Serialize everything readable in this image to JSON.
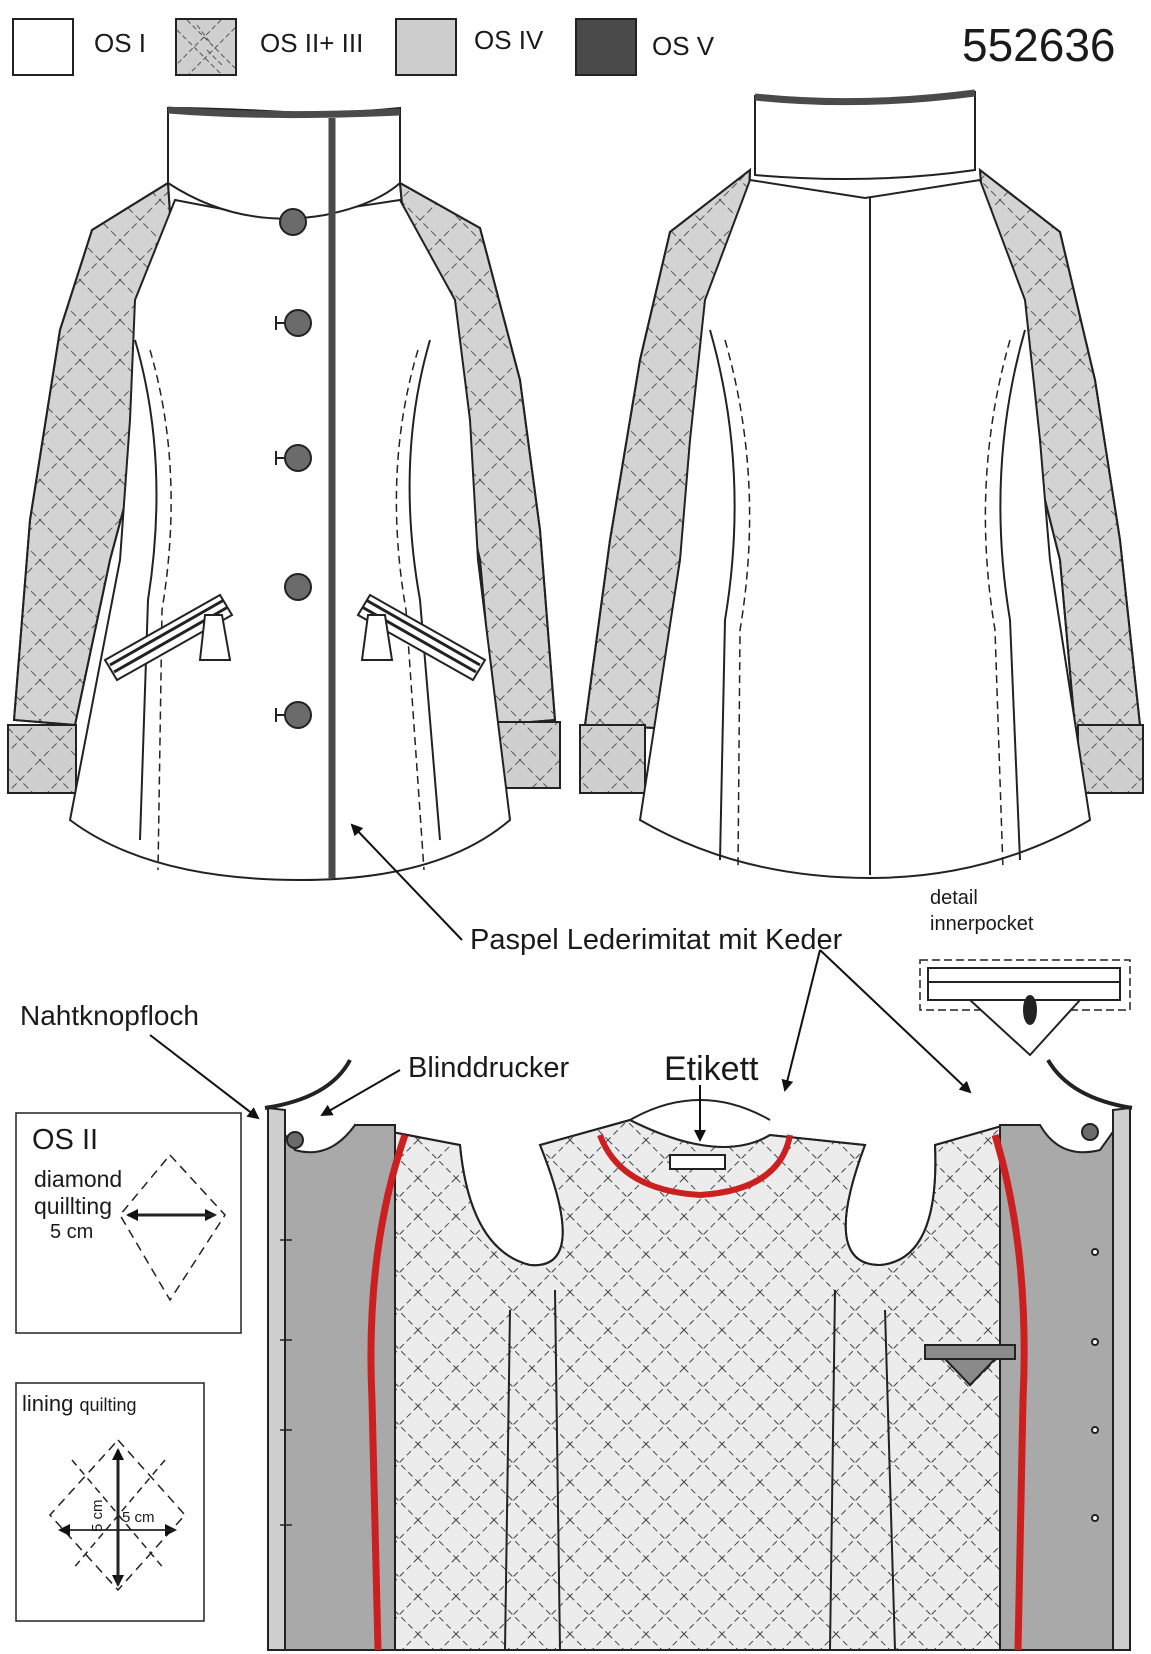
{
  "style_number": "552636",
  "legend": [
    {
      "label": "OS I",
      "color": "#ffffff",
      "pattern": "plain"
    },
    {
      "label": "OS II+ III",
      "color": "#cfcfcf",
      "pattern": "quilted"
    },
    {
      "label": "OS IV",
      "color": "#cdcdcd",
      "pattern": "plain"
    },
    {
      "label": "OS V",
      "color": "#4a4a4a",
      "pattern": "plain"
    }
  ],
  "callouts": {
    "paspel": "Paspel Lederimitat mit Keder",
    "nahtknopfloch": "Nahtknopfloch",
    "blinddrucker": "Blinddrucker",
    "etikett": "Etikett"
  },
  "detail_pocket": {
    "line1": "detail",
    "line2": "innerpocket"
  },
  "quilting_box_1": {
    "title": "OS II",
    "line1": "diamond",
    "line2": "quillting",
    "size": "5 cm"
  },
  "quilting_box_2": {
    "title_main": "lining",
    "title_small": "quilting",
    "dim_h": "5 cm",
    "dim_v": "5 cm"
  },
  "colors": {
    "outline": "#222222",
    "sleeve_fill": "#cfcfcf",
    "facing_fill": "#a9a9a9",
    "lining_fill": "#ececec",
    "piping_red": "#cc1f1f",
    "button_fill": "#6b6b6b",
    "trim_dark": "#4a4a4a"
  }
}
